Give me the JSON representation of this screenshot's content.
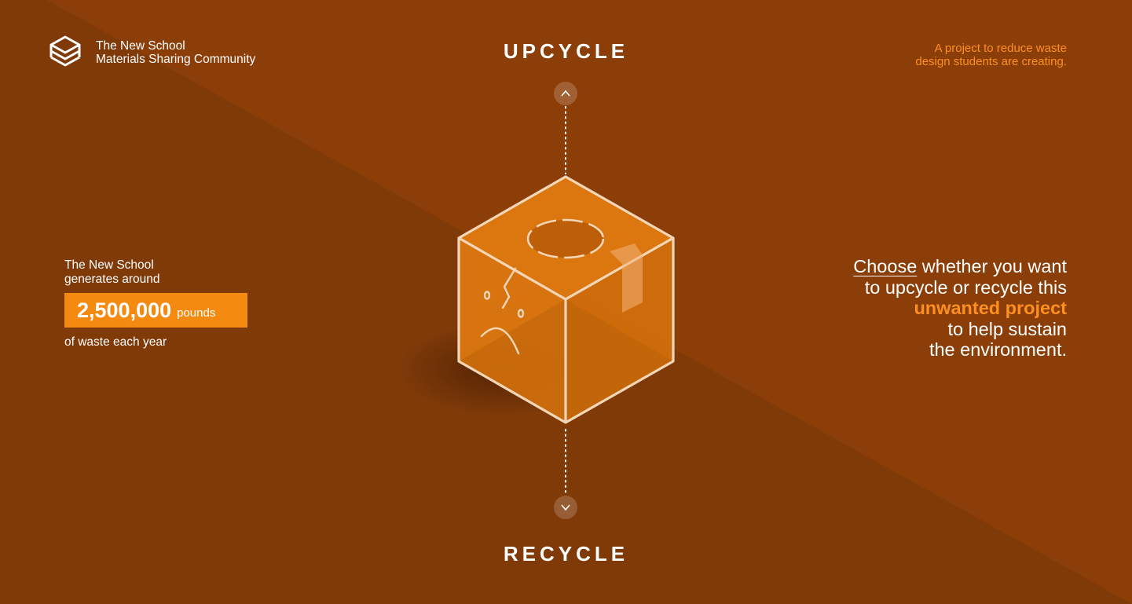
{
  "brand": {
    "name_line1": "The New School",
    "name_line2": "Materials Sharing Community",
    "logo_icon": "stacked-layers-icon"
  },
  "nav": {
    "up_label": "UPCYCLE",
    "down_label": "RECYCLE",
    "up_icon": "chevron-up-icon",
    "down_icon": "chevron-down-icon"
  },
  "tagline": {
    "line1": "A project to reduce waste",
    "line2": "design students are creating."
  },
  "stat": {
    "line1": "The New School",
    "line2": "generates around",
    "number": "2,500,000",
    "unit": "pounds",
    "after": "of waste each year"
  },
  "cta": {
    "word_choose": "Choose",
    "line1_rest": " whether you want",
    "line2": "to upcycle or recycle this",
    "highlight": "unwanted project",
    "line4": "to help sustain",
    "line5": "the environment."
  },
  "colors": {
    "bg_upper": "#8b3e08",
    "bg_lower": "#813a08",
    "accent": "#ff8f1f",
    "badge": "#f58a10",
    "cube_fill": "#e07a10",
    "cube_stroke": "#f3d7b8"
  },
  "cube_icon": "sad-cardboard-box-icon"
}
